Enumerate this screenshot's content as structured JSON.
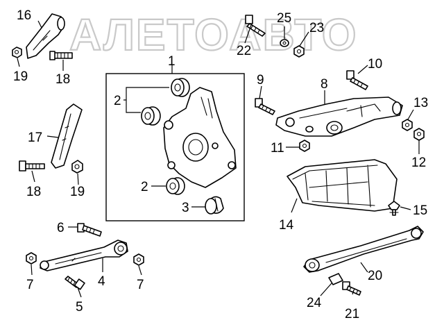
{
  "watermark": {
    "text": "АЛЕТОАВТО"
  },
  "callouts": {
    "c1": "1",
    "c2a": "2",
    "c2b": "2",
    "c3": "3",
    "c4": "4",
    "c5": "5",
    "c6": "6",
    "c7a": "7",
    "c7b": "7",
    "c8": "8",
    "c9": "9",
    "c10": "10",
    "c11": "11",
    "c12": "12",
    "c13": "13",
    "c14": "14",
    "c15": "15",
    "c16": "16",
    "c17": "17",
    "c18a": "18",
    "c18b": "18",
    "c19a": "19",
    "c19b": "19",
    "c20": "20",
    "c21": "21",
    "c22": "22",
    "c23": "23",
    "c24": "24",
    "c25": "25"
  }
}
